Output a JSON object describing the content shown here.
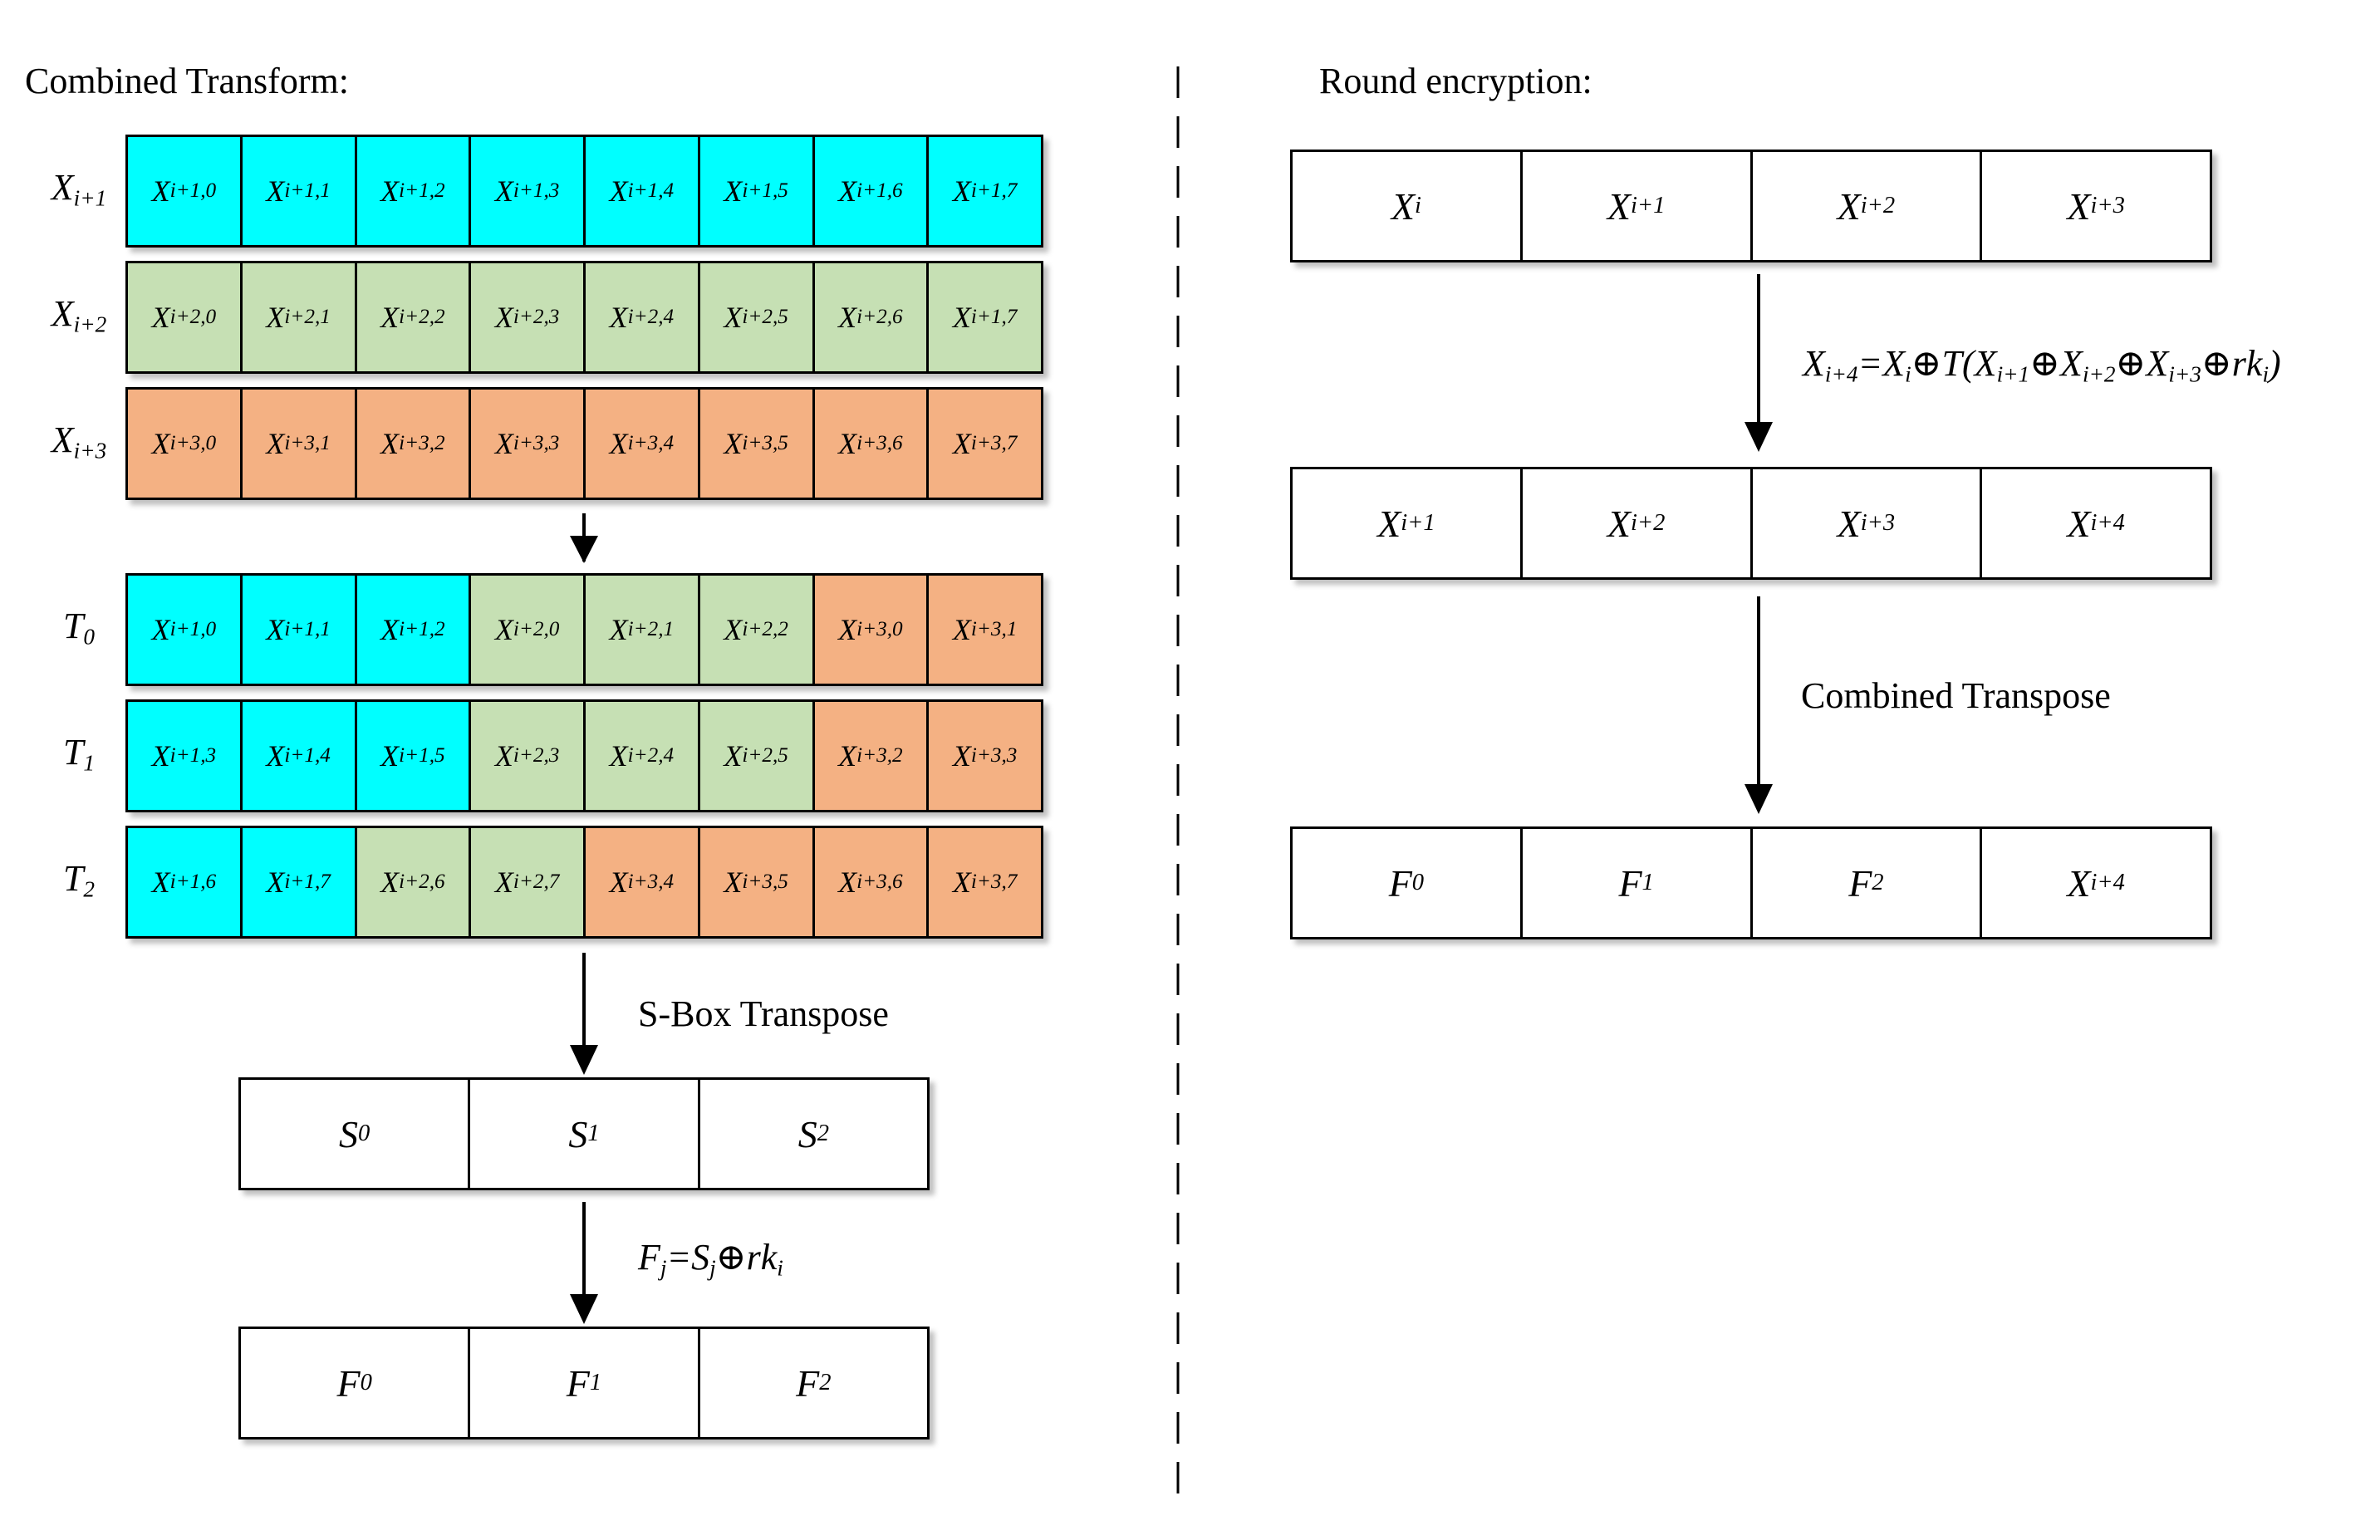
{
  "titles": {
    "left": "Combined Transform:",
    "right": "Round encryption:"
  },
  "colors": {
    "cyan": "#00ffff",
    "green": "#c6e0b4",
    "orange": "#f4b183"
  },
  "left_rows": [
    {
      "label": "X",
      "label_sub": "i+1",
      "cells": [
        {
          "t": "X",
          "s": "i+1,0",
          "c": "cyan"
        },
        {
          "t": "X",
          "s": "i+1,1",
          "c": "cyan"
        },
        {
          "t": "X",
          "s": "i+1,2",
          "c": "cyan"
        },
        {
          "t": "X",
          "s": "i+1,3",
          "c": "cyan"
        },
        {
          "t": "X",
          "s": "i+1,4",
          "c": "cyan"
        },
        {
          "t": "X",
          "s": "i+1,5",
          "c": "cyan"
        },
        {
          "t": "X",
          "s": "i+1,6",
          "c": "cyan"
        },
        {
          "t": "X",
          "s": "i+1,7",
          "c": "cyan"
        }
      ]
    },
    {
      "label": "X",
      "label_sub": "i+2",
      "cells": [
        {
          "t": "X",
          "s": "i+2,0",
          "c": "green"
        },
        {
          "t": "X",
          "s": "i+2,1",
          "c": "green"
        },
        {
          "t": "X",
          "s": "i+2,2",
          "c": "green"
        },
        {
          "t": "X",
          "s": "i+2,3",
          "c": "green"
        },
        {
          "t": "X",
          "s": "i+2,4",
          "c": "green"
        },
        {
          "t": "X",
          "s": "i+2,5",
          "c": "green"
        },
        {
          "t": "X",
          "s": "i+2,6",
          "c": "green"
        },
        {
          "t": "X",
          "s": "i+1,7",
          "c": "green"
        }
      ]
    },
    {
      "label": "X",
      "label_sub": "i+3",
      "cells": [
        {
          "t": "X",
          "s": "i+3,0",
          "c": "orange"
        },
        {
          "t": "X",
          "s": "i+3,1",
          "c": "orange"
        },
        {
          "t": "X",
          "s": "i+3,2",
          "c": "orange"
        },
        {
          "t": "X",
          "s": "i+3,3",
          "c": "orange"
        },
        {
          "t": "X",
          "s": "i+3,4",
          "c": "orange"
        },
        {
          "t": "X",
          "s": "i+3,5",
          "c": "orange"
        },
        {
          "t": "X",
          "s": "i+3,6",
          "c": "orange"
        },
        {
          "t": "X",
          "s": "i+3,7",
          "c": "orange"
        }
      ]
    },
    {
      "label": "T",
      "label_sub": "0",
      "cells": [
        {
          "t": "X",
          "s": "i+1,0",
          "c": "cyan"
        },
        {
          "t": "X",
          "s": "i+1,1",
          "c": "cyan"
        },
        {
          "t": "X",
          "s": "i+1,2",
          "c": "cyan"
        },
        {
          "t": "X",
          "s": "i+2,0",
          "c": "green"
        },
        {
          "t": "X",
          "s": "i+2,1",
          "c": "green"
        },
        {
          "t": "X",
          "s": "i+2,2",
          "c": "green"
        },
        {
          "t": "X",
          "s": "i+3,0",
          "c": "orange"
        },
        {
          "t": "X",
          "s": "i+3,1",
          "c": "orange"
        }
      ]
    },
    {
      "label": "T",
      "label_sub": "1",
      "cells": [
        {
          "t": "X",
          "s": "i+1,3",
          "c": "cyan"
        },
        {
          "t": "X",
          "s": "i+1,4",
          "c": "cyan"
        },
        {
          "t": "X",
          "s": "i+1,5",
          "c": "cyan"
        },
        {
          "t": "X",
          "s": "i+2,3",
          "c": "green"
        },
        {
          "t": "X",
          "s": "i+2,4",
          "c": "green"
        },
        {
          "t": "X",
          "s": "i+2,5",
          "c": "green"
        },
        {
          "t": "X",
          "s": "i+3,2",
          "c": "orange"
        },
        {
          "t": "X",
          "s": "i+3,3",
          "c": "orange"
        }
      ]
    },
    {
      "label": "T",
      "label_sub": "2",
      "cells": [
        {
          "t": "X",
          "s": "i+1,6",
          "c": "cyan"
        },
        {
          "t": "X",
          "s": "i+1,7",
          "c": "cyan"
        },
        {
          "t": "X",
          "s": "i+2,6",
          "c": "green"
        },
        {
          "t": "X",
          "s": "i+2,7",
          "c": "green"
        },
        {
          "t": "X",
          "s": "i+3,4",
          "c": "orange"
        },
        {
          "t": "X",
          "s": "i+3,5",
          "c": "orange"
        },
        {
          "t": "X",
          "s": "i+3,6",
          "c": "orange"
        },
        {
          "t": "X",
          "s": "i+3,7",
          "c": "orange"
        }
      ]
    }
  ],
  "sbox_label": "S-Box Transpose",
  "s_row": [
    {
      "t": "S",
      "s": "0"
    },
    {
      "t": "S",
      "s": "1"
    },
    {
      "t": "S",
      "s": "2"
    }
  ],
  "f_formula": {
    "lhs": "F",
    "lhs_sub": "j",
    "eq": "=",
    "s": "S",
    "s_sub": "j",
    "op": "⊕",
    "rk": "rk",
    "rk_sub": "i"
  },
  "f_row_left": [
    {
      "t": "F",
      "s": "0"
    },
    {
      "t": "F",
      "s": "1"
    },
    {
      "t": "F",
      "s": "2"
    }
  ],
  "right_row1": [
    {
      "t": "X",
      "s": "i"
    },
    {
      "t": "X",
      "s": "i+1"
    },
    {
      "t": "X",
      "s": "i+2"
    },
    {
      "t": "X",
      "s": "i+3"
    }
  ],
  "round_formula": {
    "parts": [
      {
        "t": "X",
        "s": "i+4"
      },
      {
        "t": "="
      },
      {
        "t": "X",
        "s": "i"
      },
      {
        "t": "⊕",
        "up": true
      },
      {
        "t": "T("
      },
      {
        "t": "X",
        "s": "i+1"
      },
      {
        "t": "⊕",
        "up": true
      },
      {
        "t": "X",
        "s": "i+2"
      },
      {
        "t": "⊕",
        "up": true
      },
      {
        "t": "X",
        "s": "i+3"
      },
      {
        "t": "⊕",
        "up": true
      },
      {
        "t": "rk",
        "s": "i"
      },
      {
        "t": ")"
      }
    ]
  },
  "right_row2": [
    {
      "t": "X",
      "s": "i+1"
    },
    {
      "t": "X",
      "s": "i+2"
    },
    {
      "t": "X",
      "s": "i+3"
    },
    {
      "t": "X",
      "s": "i+4"
    }
  ],
  "combined_transpose_label": "Combined Transpose",
  "right_row3": [
    {
      "t": "F",
      "s": "0"
    },
    {
      "t": "F",
      "s": "1"
    },
    {
      "t": "F",
      "s": "2"
    },
    {
      "t": "X",
      "s": "i+4"
    }
  ]
}
